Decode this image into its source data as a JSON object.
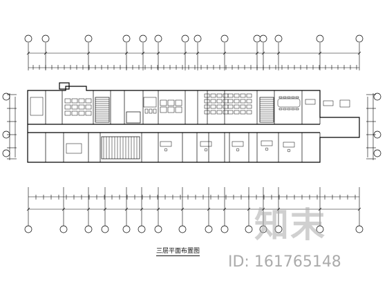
{
  "drawing": {
    "title": "三层平面布置图",
    "line_color": "#000000"
  },
  "watermark": {
    "logo_text": "知末",
    "id_text": "ID: 161765148",
    "color": "#aaaaaa"
  }
}
